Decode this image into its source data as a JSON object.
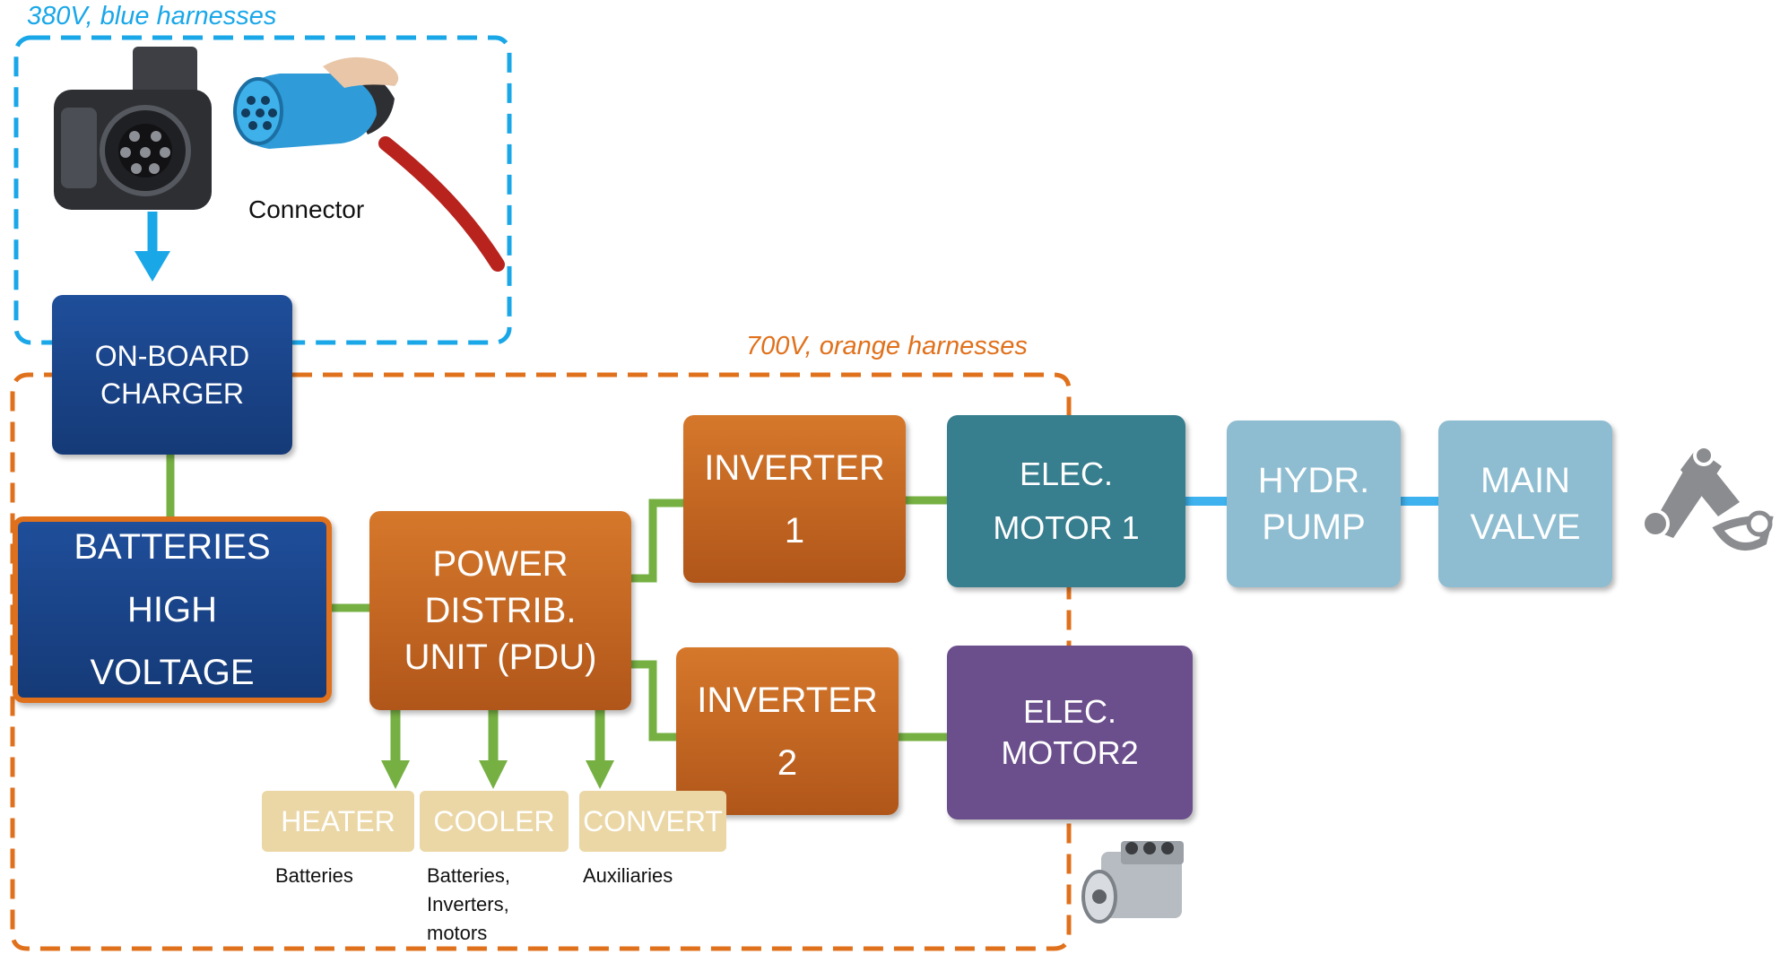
{
  "zones": {
    "low_voltage": {
      "label": "380V, blue harnesses",
      "color": "#1aa7e8"
    },
    "high_voltage": {
      "label": "700V, orange harnesses",
      "color": "#e0711c"
    }
  },
  "connector_label": "Connector",
  "blocks": {
    "charger": {
      "lines": [
        "ON-BOARD",
        "CHARGER"
      ]
    },
    "batteries": {
      "lines": [
        "BATTERIES",
        "HIGH",
        "VOLTAGE"
      ]
    },
    "pdu": {
      "lines": [
        "POWER",
        "DISTRIB.",
        "UNIT (PDU)"
      ]
    },
    "inverter1": {
      "lines": [
        "INVERTER",
        "1"
      ]
    },
    "inverter2": {
      "lines": [
        "INVERTER",
        "2"
      ]
    },
    "motor1": {
      "lines": [
        "ELEC.",
        "MOTOR 1"
      ]
    },
    "motor2": {
      "lines": [
        "ELEC.",
        "MOTOR2"
      ]
    },
    "pump": {
      "lines": [
        "HYDR.",
        "PUMP"
      ]
    },
    "valve": {
      "lines": [
        "MAIN",
        "VALVE"
      ]
    }
  },
  "auxiliaries": [
    {
      "label": "HEATER",
      "notes": [
        "Batteries"
      ]
    },
    {
      "label": "COOLER",
      "notes": [
        "Batteries,",
        "Inverters,",
        "motors"
      ]
    },
    {
      "label": "CONVERT",
      "notes": [
        "Auxiliaries"
      ]
    }
  ],
  "colors": {
    "navy": "#1a4587",
    "orange": "#c6661f",
    "teal": "#377e8e",
    "lightblue": "#8ebdd1",
    "purple": "#6b4f8c",
    "sand": "#ebd7a6",
    "green_link": "#76b043",
    "blue_link": "#3db2ee"
  }
}
